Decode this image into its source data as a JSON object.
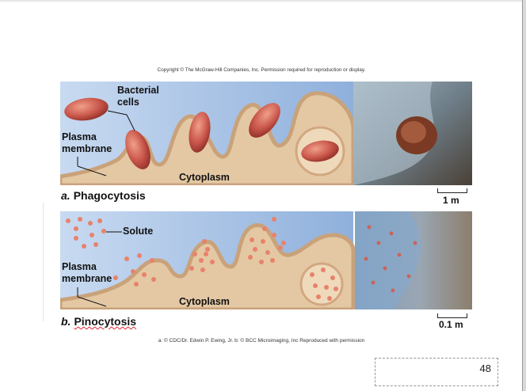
{
  "copyright": "Copyright © The McGraw-Hill Companies, Inc. Permission required for reproduction or display.",
  "panel_a": {
    "label_bacterial_line1": "Bacterial",
    "label_bacterial_line2": "cells",
    "label_membrane_line1": "Plasma",
    "label_membrane_line2": "membrane",
    "label_cytoplasm": "Cytoplasm",
    "caption_letter": "a.",
    "caption_title": "Phagocytosis",
    "scale_label": "1  m"
  },
  "panel_b": {
    "label_solute": "Solute",
    "label_membrane_line1": "Plasma",
    "label_membrane_line2": "membrane",
    "label_cytoplasm": "Cytoplasm",
    "caption_letter": "b.",
    "caption_title": "Pinocytosis",
    "scale_label": "0.1  m"
  },
  "credit": "a: © CDC/Dr. Edwin P. Ewing, Jr. b: © BCC Microimaging, Inc Reproduced with permission",
  "page_number": "48",
  "colors": {
    "sky": "#a9c4e6",
    "cytoplasm": "#e4c8a4",
    "membrane": "#c9a27a",
    "bacterium": "#c9564a",
    "solute": "#e8826b"
  }
}
